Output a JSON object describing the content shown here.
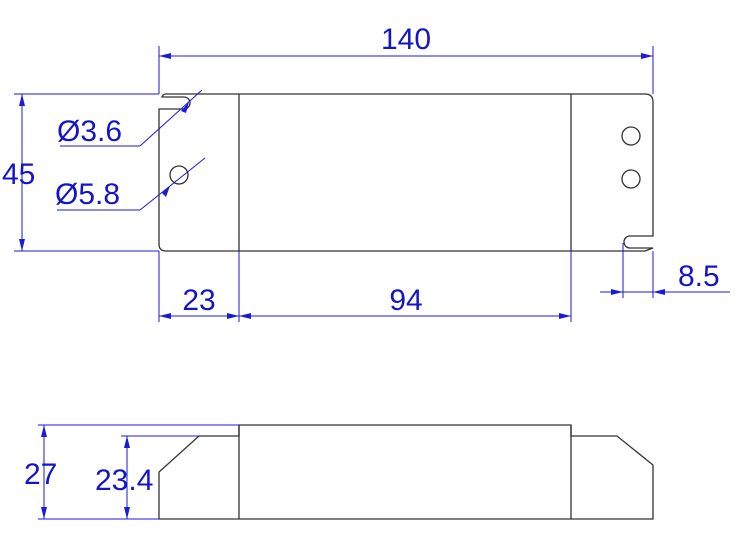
{
  "top_view": {
    "overall_length": "140",
    "height": "45",
    "hole_small": "Ø3.6",
    "hole_large": "Ø5.8",
    "end_cap_length": "23",
    "body_length": "94",
    "slot_offset": "8.5"
  },
  "side_view": {
    "overall_height": "27",
    "body_height": "23.4"
  },
  "colors": {
    "outline": "#333333",
    "dimension": "#1a1ad8",
    "text": "#1515c8"
  }
}
